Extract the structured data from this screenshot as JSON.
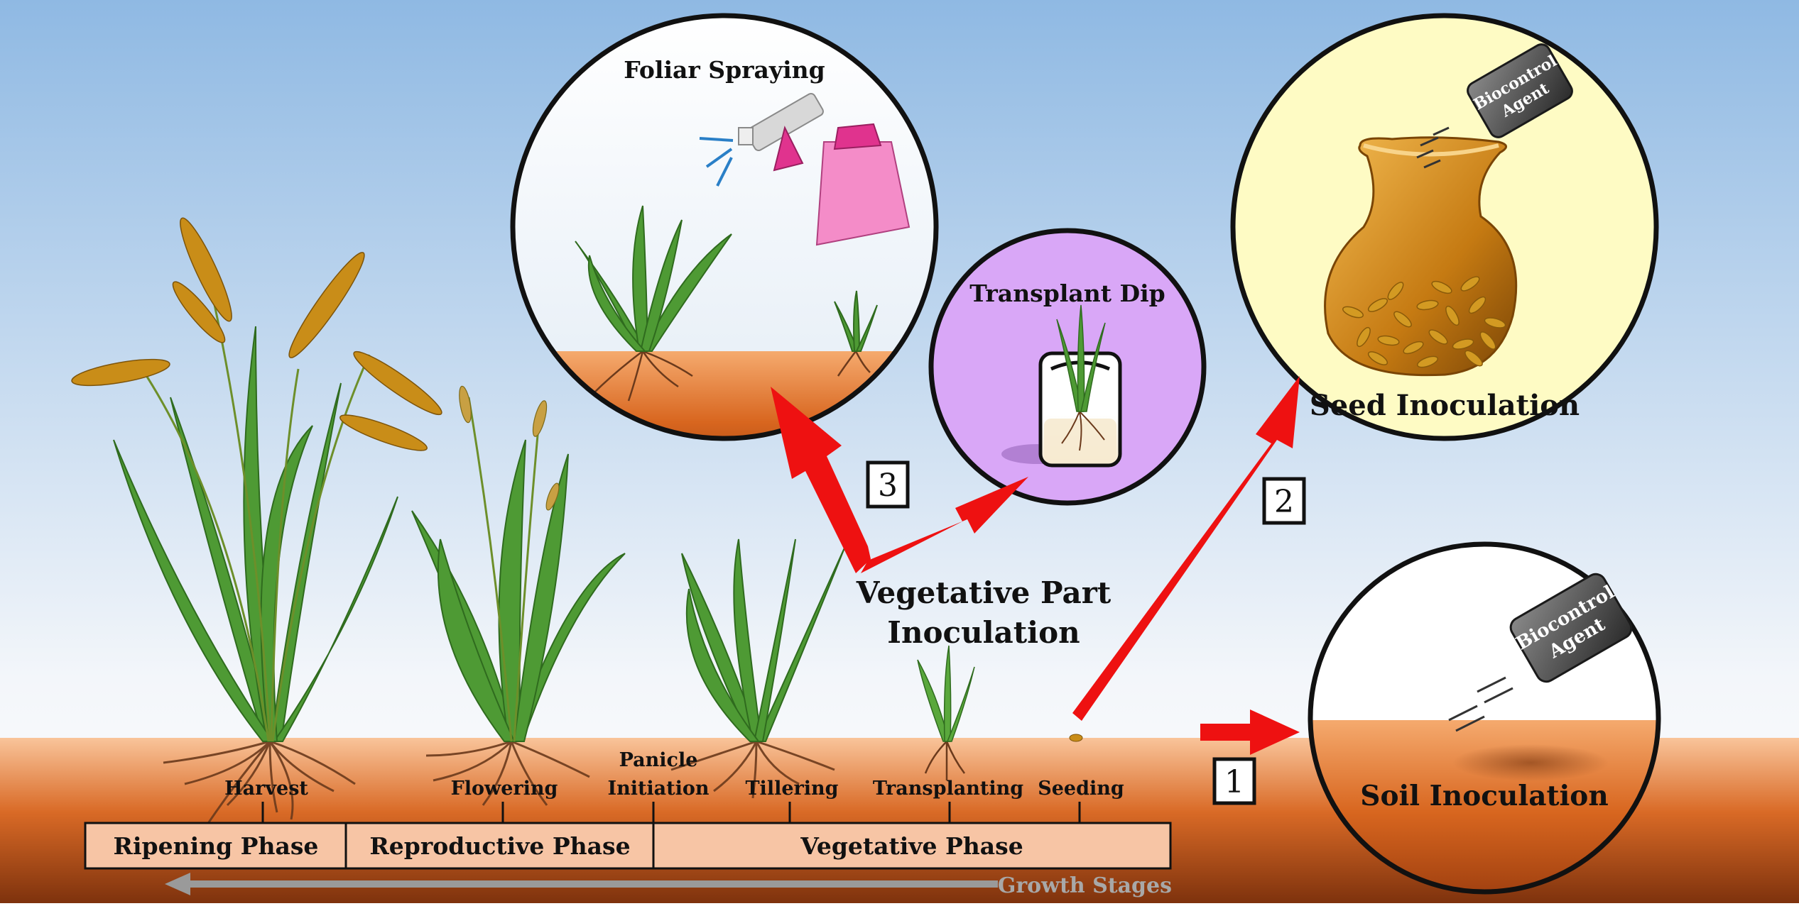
{
  "circles": {
    "foliar": {
      "title": "Foliar Spraying"
    },
    "transplant": {
      "title": "Transplant Dip"
    },
    "seed": {
      "title": "Seed Inoculation",
      "agent_line1": "Biocontrol",
      "agent_line2": "Agent"
    },
    "soil": {
      "title": "Soil Inoculation",
      "agent_line1": "Biocontrol",
      "agent_line2": "Agent"
    }
  },
  "vegetative_label": {
    "line1": "Vegetative Part",
    "line2": "Inoculation"
  },
  "step_numbers": [
    "1",
    "2",
    "3"
  ],
  "stages": [
    {
      "label": "Harvest"
    },
    {
      "label": "Flowering"
    },
    {
      "label_line1": "Panicle",
      "label_line2": "Initiation"
    },
    {
      "label": "Tillering"
    },
    {
      "label": "Transplanting"
    },
    {
      "label": "Seeding"
    }
  ],
  "phases": [
    "Ripening Phase",
    "Reproductive Phase",
    "Vegetative Phase"
  ],
  "growth_label": "Growth Stages",
  "colors": {
    "arrow": "#ee1111",
    "soil_light": "#f8b98a",
    "soil_dark": "#8a3a10",
    "phase_fill": "#f7c5a5",
    "lavender": "#d9a7f7",
    "cream": "#fefbc4"
  }
}
